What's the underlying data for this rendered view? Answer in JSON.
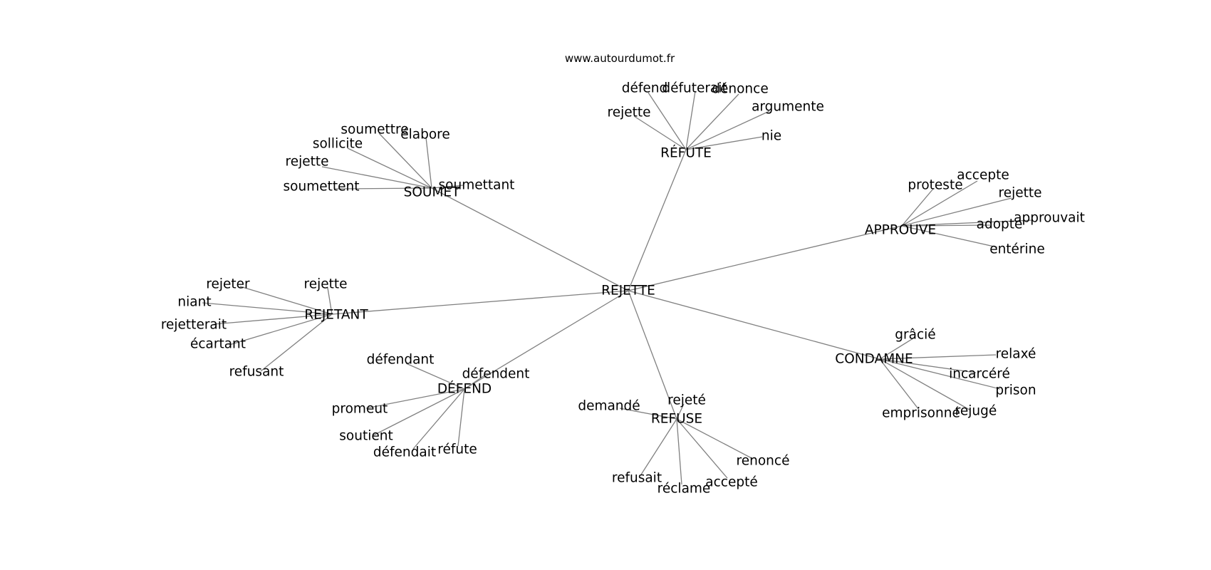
{
  "source": "www.autourdumot.fr",
  "colors": {
    "edge": "#808080",
    "text": "#000000",
    "background": "#ffffff"
  },
  "graph": {
    "center": "REJETTE",
    "groups": [
      {
        "id": "refute",
        "hub": "RÉFUTE",
        "leaves": [
          "défend",
          "défuterait",
          "dénonce",
          "argumente",
          "rejette",
          "nie"
        ]
      },
      {
        "id": "soumet",
        "hub": "SOUMET",
        "leaves": [
          "soumettre",
          "élabore",
          "sollicite",
          "rejette",
          "soumettant",
          "soumettent"
        ]
      },
      {
        "id": "approuve",
        "hub": "APPROUVE",
        "leaves": [
          "proteste",
          "accepte",
          "rejette",
          "approuvait",
          "adopte",
          "entérine"
        ]
      },
      {
        "id": "rejetant",
        "hub": "REJETANT",
        "leaves": [
          "rejeter",
          "rejette",
          "niant",
          "rejetterait",
          "écartant",
          "refusant"
        ]
      },
      {
        "id": "condamne",
        "hub": "CONDAMNE",
        "leaves": [
          "grâcié",
          "relaxé",
          "incarcéré",
          "prison",
          "rejugé",
          "emprisonné"
        ]
      },
      {
        "id": "defend",
        "hub": "DÉFEND",
        "leaves": [
          "défendant",
          "défendent",
          "promeut",
          "soutient",
          "défendait",
          "réfute"
        ]
      },
      {
        "id": "refuse",
        "hub": "REFUSE",
        "leaves": [
          "rejeté",
          "demandé",
          "renoncé",
          "refusait",
          "réclame",
          "accepté"
        ]
      }
    ]
  }
}
